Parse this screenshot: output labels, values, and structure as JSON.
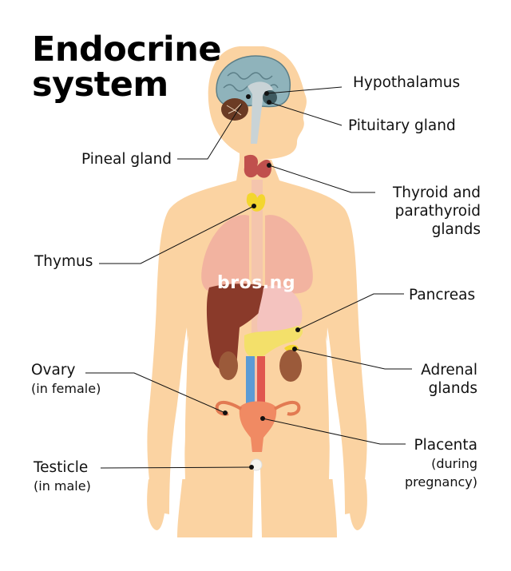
{
  "title": {
    "line1": "Endocrine",
    "line2": "system"
  },
  "watermark": "bros.ng",
  "labels": {
    "hypothalamus": "Hypothalamus",
    "pituitary": "Pituitary gland",
    "pineal": "Pineal gland",
    "thyroid": {
      "line1": "Thyroid and",
      "line2": "parathyroid",
      "line3": "glands"
    },
    "thymus": "Thymus",
    "pancreas": "Pancreas",
    "adrenal": {
      "line1": "Adrenal",
      "line2": "glands"
    },
    "ovary": {
      "name": "Ovary",
      "note": "(in female)"
    },
    "placenta": {
      "name": "Placenta",
      "note1": "(during",
      "note2": "pregnancy)"
    },
    "testicle": {
      "name": "Testicle",
      "note": "(in male)"
    }
  },
  "colors": {
    "skin": "#fbd3a2",
    "brain": "#8fb3bb",
    "cerebellum": "#6b3b24",
    "thyroid": "#c0504d",
    "thymus": "#f3d62e",
    "lungs": "#f2b3a0",
    "liver": "#8a3a2a",
    "stomach": "#f4c3bf",
    "pancreas": "#f3e06a",
    "kidney": "#9b5a3a",
    "vein": "#5b9bd5",
    "artery": "#e0564f",
    "uterus": "#f08a63"
  }
}
